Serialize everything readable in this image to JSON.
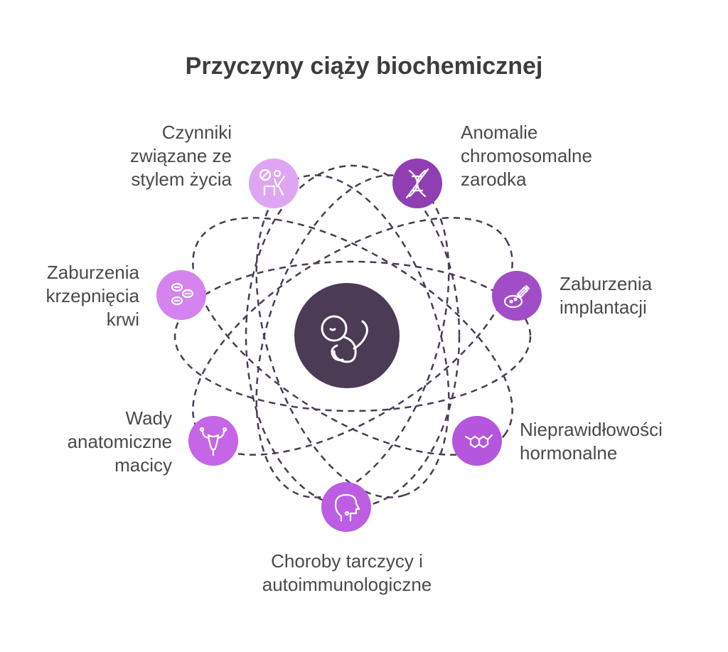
{
  "title": "Przyczyny ciąży biochemicznej",
  "center_icon": "fetus-icon",
  "colors": {
    "center": "#4b3b55",
    "orbit": "#4b3b55",
    "text": "#4a4a4a"
  },
  "nodes": [
    {
      "label": "Czynniki\nzwiązane ze\nstylem życia",
      "icon": "lifestyle-icon",
      "color": "#dea6f2"
    },
    {
      "label": "Anomalie\nchromosomalne\nzarodka",
      "icon": "dna-icon",
      "color": "#8f3fb2"
    },
    {
      "label": "Zaburzenia\nimplantacji",
      "icon": "implantation-syringe-icon",
      "color": "#a24dc8"
    },
    {
      "label": "Nieprawidłowości\nhormonalne",
      "icon": "molecule-icon",
      "color": "#b556dc"
    },
    {
      "label": "Choroby tarczycy i\nautoimmunologiczne",
      "icon": "thyroid-head-icon",
      "color": "#bd5de4"
    },
    {
      "label": "Wady\nanatomiczne\nmacicy",
      "icon": "uterus-icon",
      "color": "#c466e6"
    },
    {
      "label": "Zaburzenia\nkrzepnięcia\nkrwi",
      "icon": "blood-cells-icon",
      "color": "#d483ef"
    }
  ]
}
